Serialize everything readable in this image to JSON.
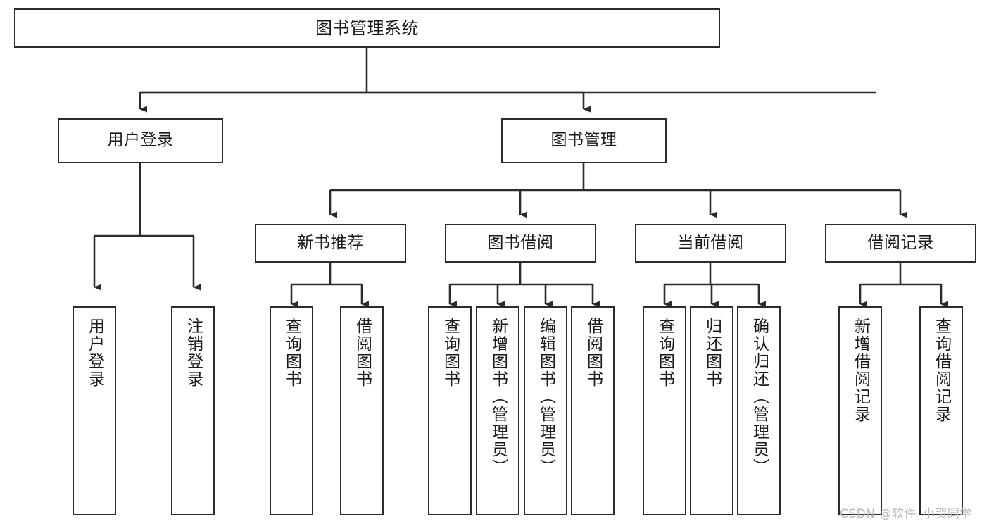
{
  "diagram": {
    "title": "图书管理系统",
    "type": "tree",
    "root": {
      "label": "图书管理系统"
    },
    "level2": [
      {
        "id": "user-login",
        "label": "用户登录"
      },
      {
        "id": "book-management",
        "label": "图书管理"
      }
    ],
    "level3": [
      {
        "id": "new-book-recommend",
        "label": "新书推荐",
        "parent": "book-management"
      },
      {
        "id": "book-borrow",
        "label": "图书借阅",
        "parent": "book-management"
      },
      {
        "id": "current-borrow",
        "label": "当前借阅",
        "parent": "book-management"
      },
      {
        "id": "borrow-record",
        "label": "借阅记录",
        "parent": "book-management"
      }
    ],
    "leaves": [
      {
        "id": "leaf-user-login",
        "label": "用户登录",
        "parent": "user-login"
      },
      {
        "id": "leaf-logout-login",
        "label": "注销登录",
        "parent": "user-login"
      },
      {
        "id": "leaf-query-book-1",
        "label": "查询图书",
        "parent": "new-book-recommend"
      },
      {
        "id": "leaf-borrow-book-1",
        "label": "借阅图书",
        "parent": "new-book-recommend"
      },
      {
        "id": "leaf-query-book-2",
        "label": "查询图书",
        "parent": "book-borrow"
      },
      {
        "id": "leaf-add-book",
        "label": "新增图书（管理员）",
        "parent": "book-borrow"
      },
      {
        "id": "leaf-edit-book",
        "label": "编辑图书（管理员）",
        "parent": "book-borrow"
      },
      {
        "id": "leaf-borrow-book-2",
        "label": "借阅图书",
        "parent": "book-borrow"
      },
      {
        "id": "leaf-query-book-3",
        "label": "查询图书",
        "parent": "current-borrow"
      },
      {
        "id": "leaf-return-book",
        "label": "归还图书",
        "parent": "current-borrow"
      },
      {
        "id": "leaf-confirm-return",
        "label": "确认归还（管理员）",
        "parent": "current-borrow"
      },
      {
        "id": "leaf-add-record",
        "label": "新增借阅记录",
        "parent": "borrow-record"
      },
      {
        "id": "leaf-query-record",
        "label": "查询借阅记录",
        "parent": "borrow-record"
      }
    ],
    "colors": {
      "stroke": "#2b2b2b",
      "fill": "#ffffff",
      "text": "#1a1a1a",
      "watermark": "#b9b9b9"
    }
  },
  "watermark": {
    "text": "CSDN @软件_小贺同学"
  }
}
